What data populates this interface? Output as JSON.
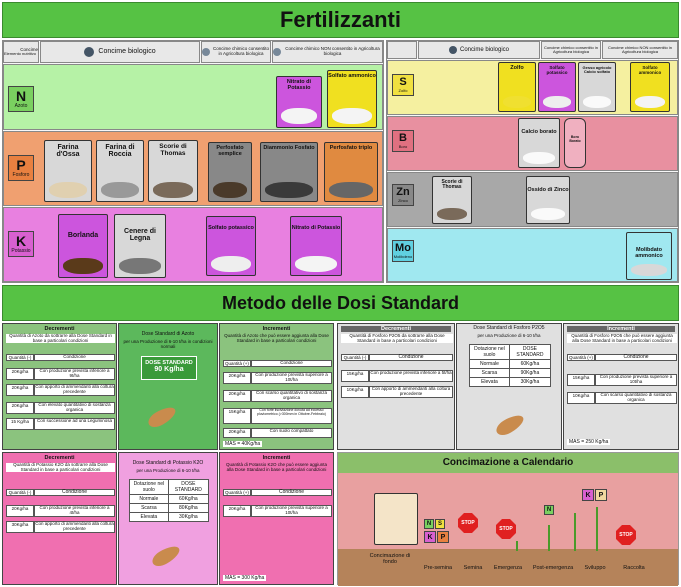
{
  "title": "Fertilizzanti",
  "left_header": {
    "corner_top": "Concime",
    "corner_bottom": "Elemento nutritivo",
    "col1": "Concime biologico",
    "col2": "Concime chimico consentito in Agricoltura biologica",
    "col3": "Concime chimico NON consentito in Agricoltura biologica"
  },
  "right_header": {
    "col1": "Concime biologico",
    "col2": "Concime chimico consentito in Agricoltura biologica",
    "col3": "Concime chimico NON consentito in Agricoltura biologica"
  },
  "left_rows": [
    {
      "sym": "N",
      "name": "Azoto",
      "color": "#b6f2a6",
      "bags": [
        {
          "label": "Nitrato di Potassio",
          "color": "#cc55dd"
        },
        {
          "label": "Solfato ammonico",
          "color": "#f0e020"
        }
      ]
    },
    {
      "sym": "P",
      "name": "Fosforo",
      "color": "#f0a070",
      "bags": [
        {
          "label": "Farina d'Ossa",
          "color": "#d8d8d8"
        },
        {
          "label": "Farina di Roccia",
          "color": "#d8d8d8"
        },
        {
          "label": "Scorie di Thomas",
          "color": "#d8d8d8"
        },
        {
          "label": "Perfosfato semplice",
          "color": "#888888"
        },
        {
          "label": "Diammonio Fosfato",
          "color": "#888888"
        },
        {
          "label": "Perfosfato triplo",
          "color": "#e08a40"
        }
      ]
    },
    {
      "sym": "K",
      "name": "Potassio",
      "color": "#e880e0",
      "bags": [
        {
          "label": "Borlanda",
          "color": "#cc55dd"
        },
        {
          "label": "Cenere di Legna",
          "color": "#d8d8d8"
        },
        {
          "label": "Solfato potassico",
          "color": "#cc55dd"
        },
        {
          "label": "Nitrato di Potassio",
          "color": "#cc55dd"
        }
      ]
    }
  ],
  "right_rows": [
    {
      "sym": "S",
      "name": "Zolfo",
      "color": "#f5f0a0",
      "bags": [
        {
          "label": "Zolfo",
          "color": "#f0e020"
        },
        {
          "label": "Solfato potassico",
          "color": "#cc55dd"
        },
        {
          "label": "Gesso agricolo Calcio solfato",
          "color": "#d8d8d8"
        },
        {
          "label": "Solfato ammonico",
          "color": "#f0e020"
        }
      ]
    },
    {
      "sym": "B",
      "name": "Boro",
      "color": "#e890a0",
      "bags": [
        {
          "label": "Calcio borato",
          "color": "#d8d8d8"
        },
        {
          "label": "Boro Borato",
          "color": "#f0b0c0"
        }
      ]
    },
    {
      "sym": "Zn",
      "name": "Zinco",
      "color": "#a8a8a8",
      "bags": [
        {
          "label": "Scorie di Thomas",
          "color": "#d8d8d8"
        },
        {
          "label": "Ossido di Zinco",
          "color": "#d8d8d8"
        }
      ]
    },
    {
      "sym": "Mo",
      "name": "Molibdeno",
      "color": "#a0e8f0",
      "bags": [
        {
          "label": "Molibdato ammonico",
          "color": "#a0e8f0"
        }
      ]
    }
  ],
  "method_title": "Metodo delle Dosi Standard",
  "nitrogen": {
    "decrementi": "Decrementi",
    "dec_sub": "Quantità di Azoto da sottrarre alla Dose Standard in base a particolari condizioni",
    "qty": "Quantità (-)",
    "cond": "Condizione",
    "dec_rows": [
      [
        "20Kg/ha",
        "Con produzione prevista inferiore a 9t/ha"
      ],
      [
        "20Kg/ha",
        "Con apporto di ammendanti alla coltura precedente"
      ],
      [
        "20Kg/ha",
        "Con elevato quantitativo di sostanza organica"
      ],
      [
        "15 Kg/ha",
        "Con successione ad una Leguminosa"
      ]
    ],
    "std_title": "Dose Standard di Azoto",
    "std_sub": "per una Produzione di 6-10 t/ha in condizioni normali",
    "std_box": "DOSE STANDARD",
    "std_val": "90 Kg/ha",
    "incrementi": "Incrementi",
    "inc_sub": "Quantità di Azoto che può essere aggiunta alla Dose Standard in base a particolari condizioni",
    "qty_plus": "Quantità (+)",
    "inc_rows": [
      [
        "20Kg/ha",
        "Con produzione prevista superiore a 10t/ha"
      ],
      [
        "20Kg/ha",
        "Con scarso quantitativo di sostanza organica"
      ],
      [
        "15Kg/ha",
        "Con forte lisciviazione dovuta ad eccesso pluviometrico (>300mm in Ottobre-Febbraio)"
      ],
      [
        "20Kg/ha",
        "Con suolo compattato"
      ]
    ],
    "mas": "MAS = 40Kg/ha"
  },
  "phosphorus": {
    "decrementi": "Decrementi",
    "dec_sub": "Quantità di Fosforo P2O5 da sottrarre alla Dose Standard in base a particolari condizioni",
    "qty": "Quantità (-)",
    "cond": "Condizione",
    "dec_rows": [
      [
        "15Kg/ha",
        "Con produzione prevista inferiore a 5t/ha"
      ],
      [
        "10Kg/ha",
        "Con apporto di ammendanti alla coltura precedente"
      ]
    ],
    "std_title": "Dose Standard di Fosforo P2O5",
    "std_sub": "per una Produzione di 6-10 t/ha",
    "dot_h1": "Dotazione nel suolo",
    "dot_h2": "DOSE STANDARD",
    "dot_rows": [
      [
        "Normale",
        "60Kg/ha"
      ],
      [
        "Scarsa",
        "90Kg/ha"
      ],
      [
        "Elevata",
        "30Kg/ha"
      ]
    ],
    "incrementi": "Incrementi",
    "inc_sub": "Quantità di Fosforo P2O5 che può essere aggiunta alla Dose Standard in base a particolari condizioni",
    "qty_plus": "Quantità (+)",
    "inc_rows": [
      [
        "15Kg/ha",
        "Con produzione prevista superiore a 10t/ha"
      ],
      [
        "10Kg/ha",
        "Con scarso quantitativo di sostanza organica"
      ]
    ],
    "mas": "MAS = 250 Kg/ha"
  },
  "potassium": {
    "decrementi": "Decrementi",
    "dec_sub": "Quantità di Potassio K2O da sottrarre alla Dose Standard in base a particolari condizioni",
    "qty": "Quantità (-)",
    "cond": "Condizione",
    "dec_rows": [
      [
        "20Kg/ha",
        "Con produzione prevista inferiore a 4t/ha"
      ],
      [
        "30Kg/ha",
        "Con apporto di ammendanti alla coltura precedente"
      ]
    ],
    "std_title": "Dose Standard di Potassio K2O",
    "std_sub": "per una Produzione di 6-10 t/ha",
    "dot_h1": "Dotazione nel suolo",
    "dot_h2": "DOSE STANDARD",
    "dot_rows": [
      [
        "Normale",
        "60Kg/ha"
      ],
      [
        "Scarsa",
        "80Kg/ha"
      ],
      [
        "Elevata",
        "30Kg/ha"
      ]
    ],
    "incrementi": "Incrementi",
    "inc_sub": "Quantità di Potassio K2O che può essere aggiunta alla Dose Standard in base a particolari condizioni",
    "qty_plus": "Quantità (+)",
    "inc_rows": [
      [
        "20Kg/ha",
        "Con produzione prevista superiore a 10t/ha"
      ]
    ],
    "mas": "MAS = 300 Kg/ha"
  },
  "calendar": {
    "title": "Concimazione a Calendario",
    "stop": "STOP",
    "stages": [
      "Concimazione di fondo",
      "Pre-semina",
      "Semina",
      "Emergenza",
      "Post-emergenza",
      "Sviluppo",
      "Raccolta"
    ],
    "tags": {
      "N": "N",
      "S": "S",
      "K": "K",
      "P": "P"
    }
  }
}
